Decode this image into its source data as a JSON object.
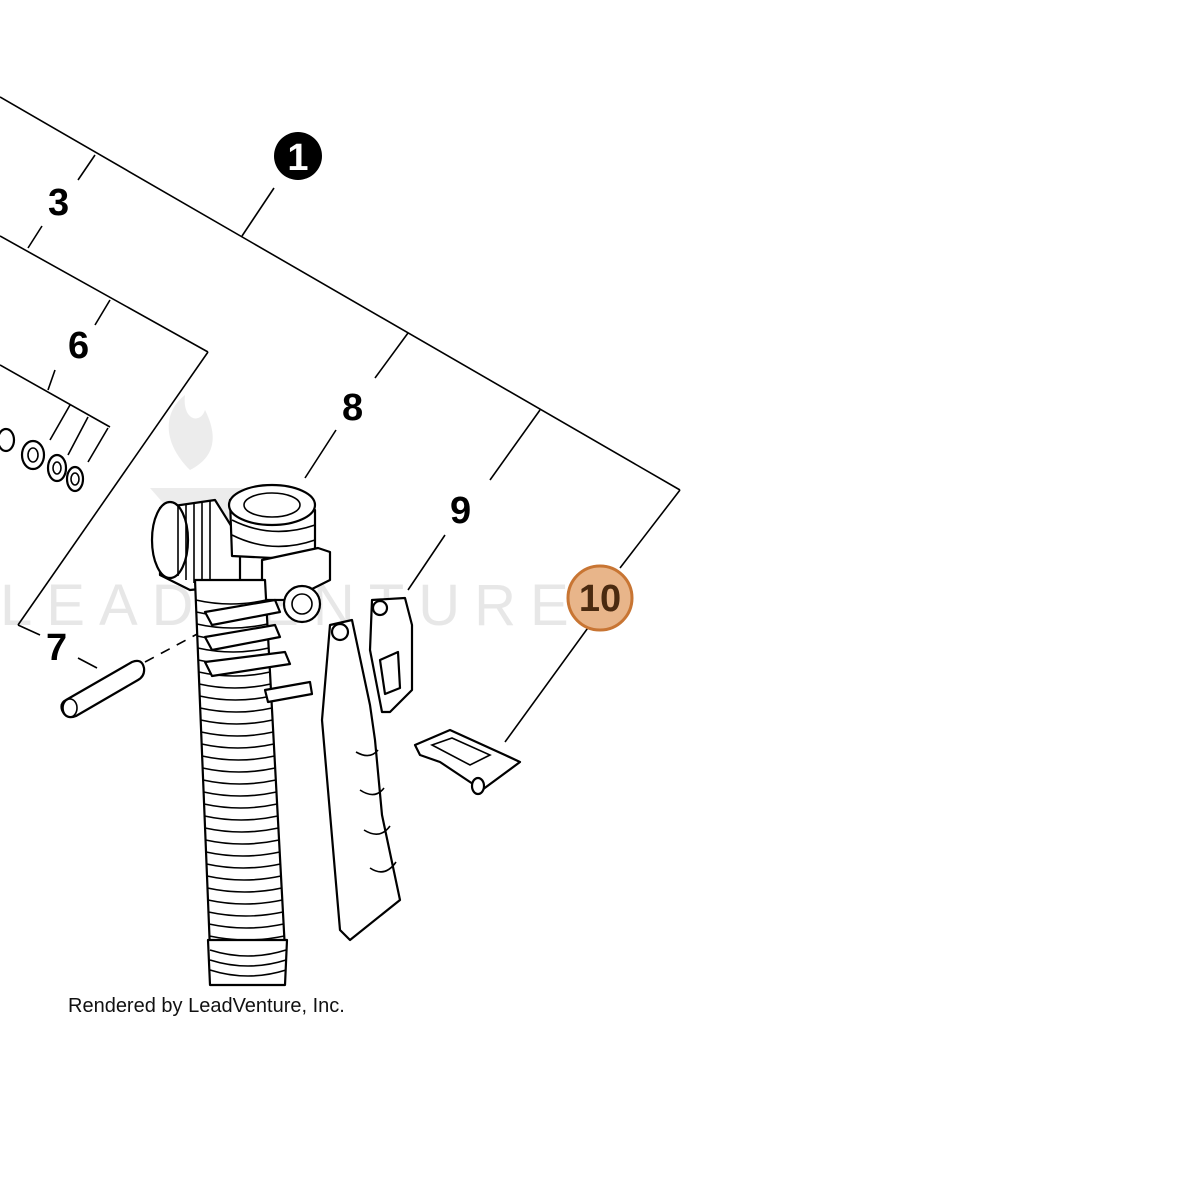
{
  "diagram": {
    "watermark": "LEADVENTURE",
    "credit": "Rendered by LeadVenture, Inc.",
    "callouts": {
      "c1": "1",
      "c3": "3",
      "c6": "6",
      "c7": "7",
      "c8": "8",
      "c9": "9",
      "c10": "10"
    },
    "colors": {
      "badge_dark_fill": "#000000",
      "badge_dark_text": "#ffffff",
      "highlight_fill": "#e8b58a",
      "highlight_stroke": "#c87533",
      "highlight_text": "#4a2a10"
    }
  }
}
